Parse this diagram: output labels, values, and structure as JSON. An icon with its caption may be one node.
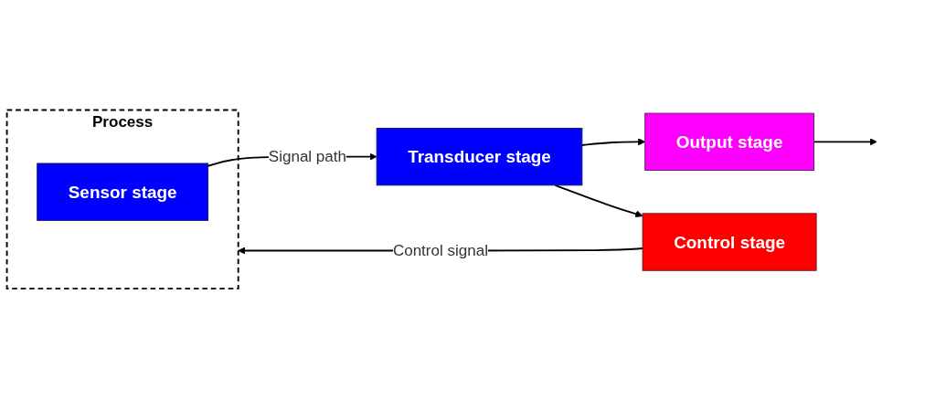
{
  "diagram": {
    "nodes": [
      {
        "text": [
          "Process"
        ]
      },
      {
        "text": [
          "Sensor stage"
        ],
        "in": 0
      },
      {
        "text": [
          "Transducer stage"
        ]
      },
      {
        "text": [
          "Output stage"
        ]
      },
      {
        "text": [
          "Control stage"
        ]
      }
    ],
    "edges": [
      {
        "from": 1,
        "to": 2,
        "arrow": "to",
        "label": "Signal path"
      },
      {
        "from": 2,
        "to": 3,
        "arrow": "to"
      },
      {
        "from": 2,
        "to": 4,
        "arrow": "to"
      },
      {
        "from": 3,
        "to": null,
        "arrow": "to"
      },
      {
        "from": 4,
        "to": 0,
        "arrow": "to",
        "label": "Control signal"
      }
    ]
  }
}
